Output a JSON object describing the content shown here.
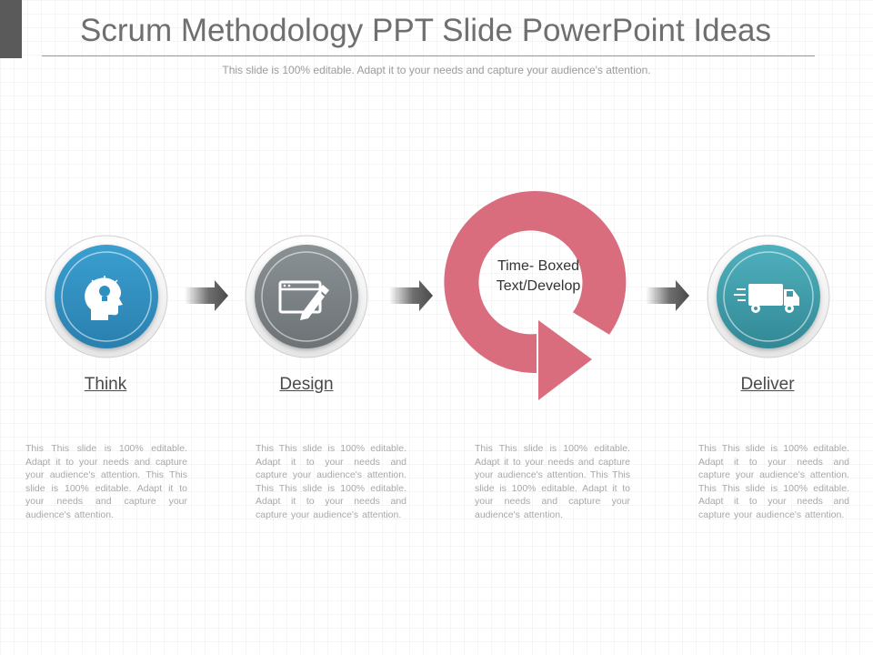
{
  "title": "Scrum Methodology PPT Slide PowerPoint Ideas",
  "subtitle": "This slide is 100% editable. Adapt it to your needs and capture your audience's attention.",
  "steps": [
    {
      "label": "Think",
      "icon": "head-lightbulb-icon",
      "color": "#2f8fbf",
      "description": "This This slide is 100% editable. Adapt it to your needs and capture your audience's attention. This This slide is 100% editable. Adapt it to your needs and capture your audience's attention."
    },
    {
      "label": "Design",
      "icon": "browser-pencil-icon",
      "color": "#7d8386",
      "description": "This This slide is 100% editable. Adapt it to your needs and capture your audience's attention. This This slide is 100% editable. Adapt it to your needs and capture your audience's attention."
    },
    {
      "label": "Time- Boxed Text/Develop",
      "label_lines": [
        "Time- Boxed",
        "Text/Develop"
      ],
      "icon": "circular-arrow-icon",
      "color": "#d96d7e",
      "description": "This This slide is 100% editable. Adapt it to your needs and capture your audience's attention. This This slide is 100% editable. Adapt it to your needs and capture your audience's attention."
    },
    {
      "label": "Deliver",
      "icon": "delivery-truck-icon",
      "color": "#3f9aa8",
      "description": "This This slide is 100% editable. Adapt it to your needs and capture your audience's attention. This This slide is 100% editable. Adapt it to your needs and capture your audience's attention."
    }
  ],
  "connector_icon": "arrow-right-icon",
  "colors": {
    "title": "#6f6f6f",
    "arrow": "#555555"
  }
}
